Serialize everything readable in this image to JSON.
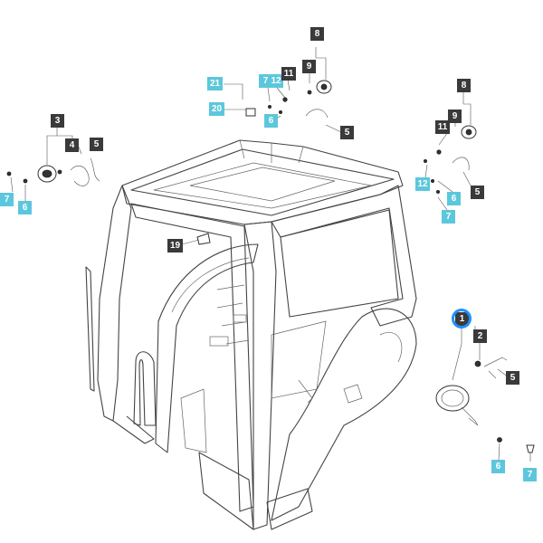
{
  "diagram": {
    "accent_cyan": "#5cc7dc",
    "accent_dark": "#3a3a3a",
    "highlight_color": "#1e90ff",
    "callouts": [
      {
        "id": "c8-top",
        "label": "8",
        "style": "dark"
      },
      {
        "id": "c9-top",
        "label": "9",
        "style": "dark"
      },
      {
        "id": "c21",
        "label": "21",
        "style": "cyan"
      },
      {
        "id": "c7-top",
        "label": "7",
        "style": "cyan"
      },
      {
        "id": "c12-top",
        "label": "12",
        "style": "cyan"
      },
      {
        "id": "c11-top",
        "label": "11",
        "style": "dark"
      },
      {
        "id": "c20",
        "label": "20",
        "style": "cyan"
      },
      {
        "id": "c6-top",
        "label": "6",
        "style": "cyan"
      },
      {
        "id": "c5-top",
        "label": "5",
        "style": "dark"
      },
      {
        "id": "c3-left",
        "label": "3",
        "style": "dark"
      },
      {
        "id": "c4-left",
        "label": "4",
        "style": "dark"
      },
      {
        "id": "c5-left",
        "label": "5",
        "style": "dark"
      },
      {
        "id": "c7-left",
        "label": "7",
        "style": "cyan"
      },
      {
        "id": "c6-left",
        "label": "6",
        "style": "cyan"
      },
      {
        "id": "c8-right",
        "label": "8",
        "style": "dark"
      },
      {
        "id": "c9-right",
        "label": "9",
        "style": "dark"
      },
      {
        "id": "c11-right",
        "label": "11",
        "style": "dark"
      },
      {
        "id": "c12-right",
        "label": "12",
        "style": "cyan"
      },
      {
        "id": "c6-right",
        "label": "6",
        "style": "cyan"
      },
      {
        "id": "c5-right",
        "label": "5",
        "style": "dark"
      },
      {
        "id": "c7-right",
        "label": "7",
        "style": "cyan"
      },
      {
        "id": "c19",
        "label": "19",
        "style": "dark"
      },
      {
        "id": "c1",
        "label": "1",
        "style": "dark"
      },
      {
        "id": "c2",
        "label": "2",
        "style": "dark"
      },
      {
        "id": "c5-br",
        "label": "5",
        "style": "dark"
      },
      {
        "id": "c6-br",
        "label": "6",
        "style": "cyan"
      },
      {
        "id": "c7-br",
        "label": "7",
        "style": "cyan"
      }
    ],
    "highlighted_callout": "1"
  }
}
